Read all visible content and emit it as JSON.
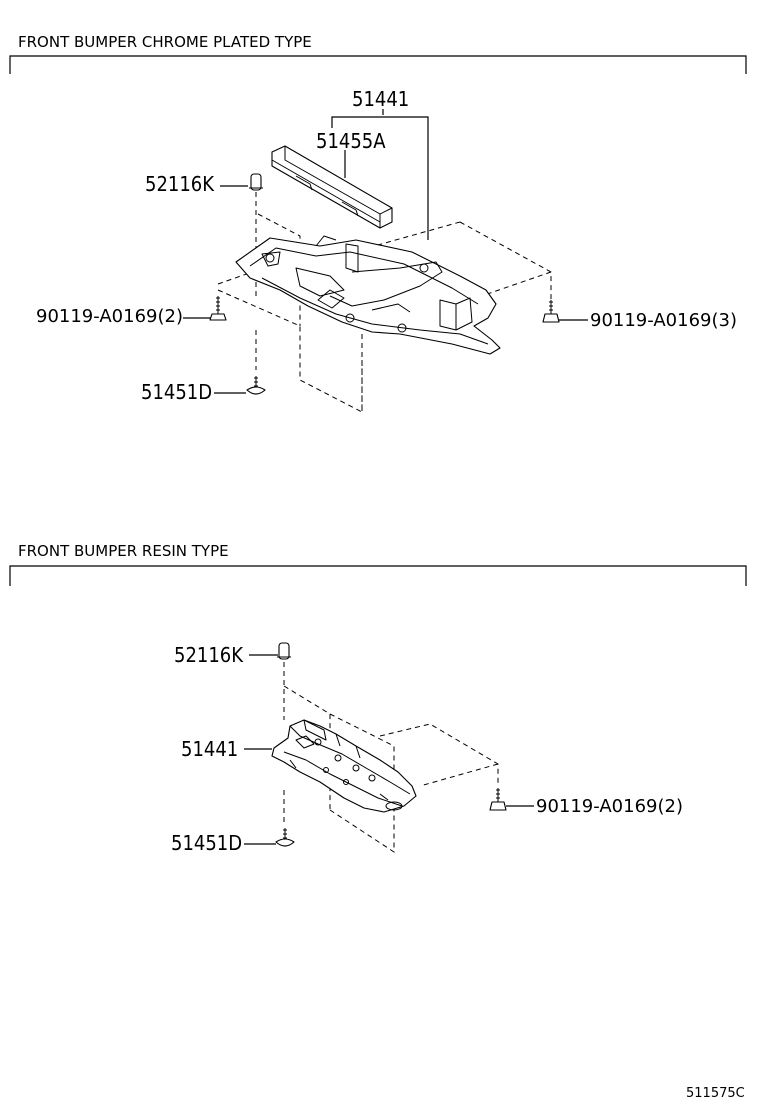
{
  "sections": [
    {
      "title": "FRONT BUMPER CHROME PLATED TYPE",
      "callouts": {
        "panel": "51441",
        "reinforcement": "51455A",
        "clip": "52116K",
        "bolt_left": "90119-A0169(2)",
        "bolt_right": "90119-A0169(3)",
        "screw": "51451D"
      }
    },
    {
      "title": "FRONT BUMPER RESIN TYPE",
      "callouts": {
        "clip": "52116K",
        "panel": "51441",
        "bolt_right": "90119-A0169(2)",
        "screw": "51451D"
      }
    }
  ],
  "figure_code": "511575C"
}
